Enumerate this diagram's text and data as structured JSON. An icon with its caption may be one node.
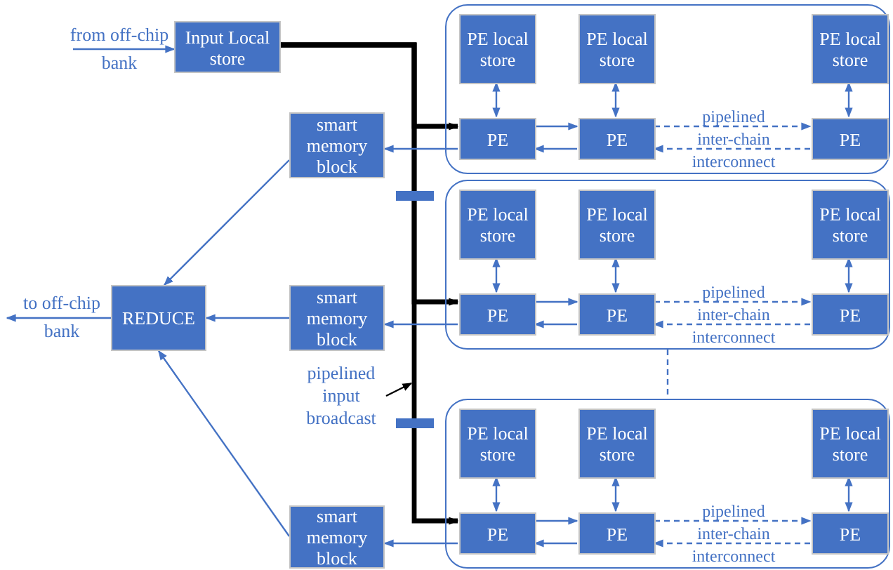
{
  "diagram": {
    "nodes": [
      {
        "text": [
          "Input Local store"
        ]
      },
      {
        "text": [
          "smart memory block"
        ]
      },
      {
        "text": [
          "REDUCE"
        ]
      },
      {
        "text": [
          "smart memory block"
        ]
      },
      {
        "text": [
          "smart memory block"
        ]
      },
      {
        "text": [
          "pipelined input broadcast"
        ]
      },
      {
        "text": [],
        "shape": "box"
      },
      {
        "text": [
          "PE local store"
        ],
        "in": 6
      },
      {
        "text": [
          "PE local store"
        ],
        "in": 6
      },
      {
        "text": [
          "PE local store"
        ],
        "in": 6
      },
      {
        "text": [
          "PE"
        ],
        "in": 6
      },
      {
        "text": [
          "PE"
        ],
        "in": 6
      },
      {
        "text": [
          "PE"
        ],
        "in": 6
      },
      {
        "text": [],
        "shape": "box"
      },
      {
        "text": [
          "PE local store"
        ],
        "in": 13
      },
      {
        "text": [
          "PE local store"
        ],
        "in": 13
      },
      {
        "text": [
          "PE local store"
        ],
        "in": 13
      },
      {
        "text": [
          "PE"
        ],
        "in": 13
      },
      {
        "text": [
          "PE"
        ],
        "in": 13
      },
      {
        "text": [
          "PE"
        ],
        "in": 13
      },
      {
        "text": [],
        "shape": "box"
      },
      {
        "text": [
          "PE local store"
        ],
        "in": 20
      },
      {
        "text": [
          "PE local store"
        ],
        "in": 20
      },
      {
        "text": [
          "PE local store"
        ],
        "in": 20
      },
      {
        "text": [
          "PE"
        ],
        "in": 20
      },
      {
        "text": [
          "PE"
        ],
        "in": 20
      },
      {
        "text": [
          "PE"
        ],
        "in": 20
      }
    ],
    "edges": [
      {
        "from": null,
        "to": 0,
        "arrow": "to",
        "label": "from off-chip bank"
      },
      {
        "from": 2,
        "to": null,
        "arrow": "to",
        "label": "to off-chip bank"
      },
      {
        "from": 0,
        "to": 10,
        "arrow": "to",
        "style": "thick",
        "color": "#000000"
      },
      {
        "from": 0,
        "to": 17,
        "arrow": "to",
        "style": "thick",
        "color": "#000000"
      },
      {
        "from": 0,
        "to": 24,
        "arrow": "to",
        "style": "thick",
        "color": "#000000"
      },
      {
        "from": 5,
        "to": null,
        "arrow": "to",
        "color": "#000000"
      },
      {
        "from": 10,
        "to": 1,
        "arrow": "to"
      },
      {
        "from": 17,
        "to": 3,
        "arrow": "to"
      },
      {
        "from": 24,
        "to": 4,
        "arrow": "to"
      },
      {
        "from": 1,
        "to": 2,
        "arrow": "to"
      },
      {
        "from": 3,
        "to": 2,
        "arrow": "to"
      },
      {
        "from": 4,
        "to": 2,
        "arrow": "to"
      },
      {
        "from": 13,
        "to": 20,
        "arrow": "none",
        "style": "dashed"
      },
      {
        "from": 7,
        "to": 10,
        "arrow": "both"
      },
      {
        "from": 8,
        "to": 11,
        "arrow": "both"
      },
      {
        "from": 9,
        "to": 12,
        "arrow": "both"
      },
      {
        "from": 10,
        "to": 11,
        "arrow": "to"
      },
      {
        "from": 11,
        "to": 10,
        "arrow": "to"
      },
      {
        "from": 11,
        "to": 12,
        "arrow": "to",
        "style": "dashed"
      },
      {
        "from": 12,
        "to": 11,
        "arrow": "to",
        "style": "dashed"
      },
      {
        "from": 14,
        "to": 17,
        "arrow": "both"
      },
      {
        "from": 15,
        "to": 18,
        "arrow": "both"
      },
      {
        "from": 16,
        "to": 19,
        "arrow": "both"
      },
      {
        "from": 17,
        "to": 18,
        "arrow": "to"
      },
      {
        "from": 18,
        "to": 17,
        "arrow": "to"
      },
      {
        "from": 18,
        "to": 19,
        "arrow": "to",
        "style": "dashed"
      },
      {
        "from": 19,
        "to": 18,
        "arrow": "to",
        "style": "dashed"
      },
      {
        "from": 21,
        "to": 24,
        "arrow": "both"
      },
      {
        "from": 22,
        "to": 25,
        "arrow": "both"
      },
      {
        "from": 23,
        "to": 26,
        "arrow": "both"
      },
      {
        "from": 24,
        "to": 25,
        "arrow": "to"
      },
      {
        "from": 25,
        "to": 24,
        "arrow": "to"
      },
      {
        "from": 25,
        "to": 26,
        "arrow": "to",
        "style": "dashed"
      },
      {
        "from": 26,
        "to": 25,
        "arrow": "to",
        "style": "dashed"
      }
    ],
    "labels": [
      "pipelined",
      "inter-chain",
      "interconnect",
      "pipelined",
      "inter-chain",
      "interconnect",
      "pipelined",
      "inter-chain",
      "interconnect"
    ]
  }
}
